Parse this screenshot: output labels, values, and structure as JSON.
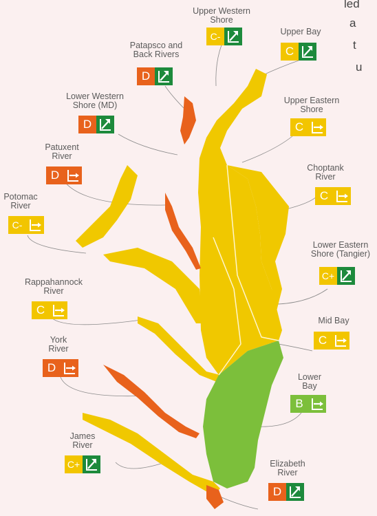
{
  "colors": {
    "A": "#1d7a3a",
    "B": "#7cbf3b",
    "C": "#f2c500",
    "C-": "#f2c500",
    "C+": "#f2c500",
    "D": "#e8621c",
    "water_yellow": "#f0c800",
    "water_green": "#7cbf3b",
    "water_orange": "#e8621c"
  },
  "background_text": [
    "led",
    "a",
    "t",
    "u"
  ],
  "regions": [
    {
      "id": "upper-western-shore",
      "label": [
        "Upper Western",
        "Shore"
      ],
      "grade": "C-",
      "trend": "improving"
    },
    {
      "id": "upper-bay",
      "label": [
        "Upper Bay"
      ],
      "grade": "C",
      "trend": "improving"
    },
    {
      "id": "patapsco-back-rivers",
      "label": [
        "Patapsco and",
        "Back Rivers"
      ],
      "grade": "D",
      "trend": "improving"
    },
    {
      "id": "upper-eastern-shore",
      "label": [
        "Upper Eastern",
        "Shore"
      ],
      "grade": "C",
      "trend": "no-change"
    },
    {
      "id": "lower-western-shore",
      "label": [
        "Lower Western",
        "Shore (MD)"
      ],
      "grade": "D",
      "trend": "improving"
    },
    {
      "id": "patuxent-river",
      "label": [
        "Patuxent",
        "River"
      ],
      "grade": "D",
      "trend": "no-change"
    },
    {
      "id": "choptank-river",
      "label": [
        "Choptank",
        "River"
      ],
      "grade": "C",
      "trend": "no-change"
    },
    {
      "id": "potomac-river",
      "label": [
        "Potomac",
        "River"
      ],
      "grade": "C-",
      "trend": "no-change"
    },
    {
      "id": "lower-eastern-shore",
      "label": [
        "Lower Eastern",
        "Shore (Tangier)"
      ],
      "grade": "C+",
      "trend": "improving"
    },
    {
      "id": "rappahannock-river",
      "label": [
        "Rappahannock",
        "River"
      ],
      "grade": "C",
      "trend": "no-change"
    },
    {
      "id": "mid-bay",
      "label": [
        "Mid Bay"
      ],
      "grade": "C",
      "trend": "no-change"
    },
    {
      "id": "york-river",
      "label": [
        "York",
        "River"
      ],
      "grade": "D",
      "trend": "no-change"
    },
    {
      "id": "lower-bay",
      "label": [
        "Lower",
        "Bay"
      ],
      "grade": "B",
      "trend": "no-change"
    },
    {
      "id": "james-river",
      "label": [
        "James",
        "River"
      ],
      "grade": "C+",
      "trend": "improving"
    },
    {
      "id": "elizabeth-river",
      "label": [
        "Elizabeth",
        "River"
      ],
      "grade": "D",
      "trend": "improving"
    }
  ]
}
